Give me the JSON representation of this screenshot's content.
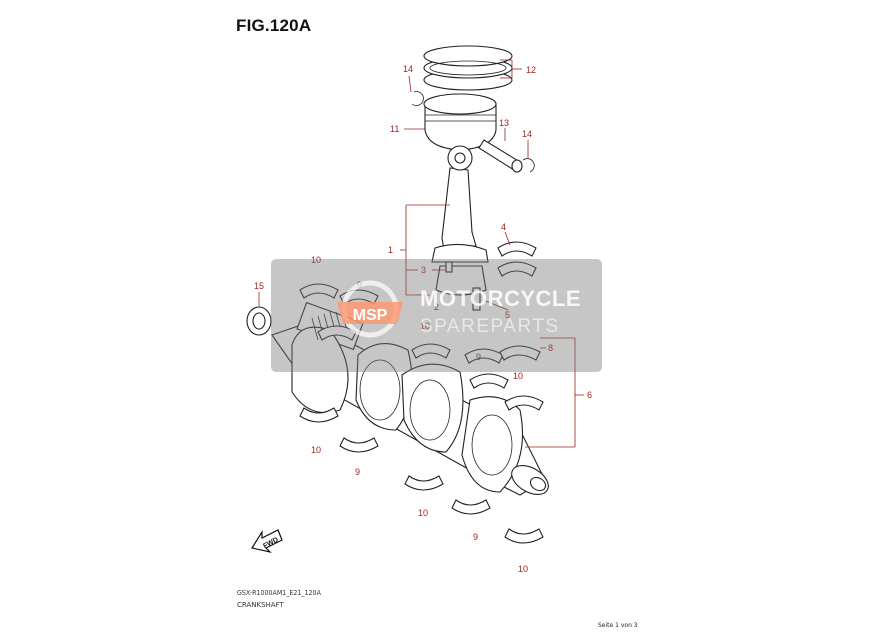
{
  "figure": {
    "title": "FIG.120A",
    "model_code": "GSX-R1000AM1_E21_120A",
    "section_name": "CRANKSHAFT",
    "page_indicator": "Seite 1 von 3"
  },
  "callouts": [
    "12",
    "14",
    "11",
    "13",
    "14",
    "1",
    "4",
    "3",
    "2",
    "5",
    "8",
    "10",
    "9",
    "15",
    "10",
    "9",
    "10",
    "6",
    "10",
    "9",
    "10",
    "9",
    "10"
  ],
  "direction_badge": "FWD",
  "watermark": {
    "line1": "MOTORCYCLE",
    "line2": "SPAREPARTS",
    "logo_text": "MSP",
    "logo_name": "msp-logo-icon"
  },
  "colors": {
    "callout": "#9b2222",
    "linework": "#222222",
    "watermark": "#787878"
  }
}
